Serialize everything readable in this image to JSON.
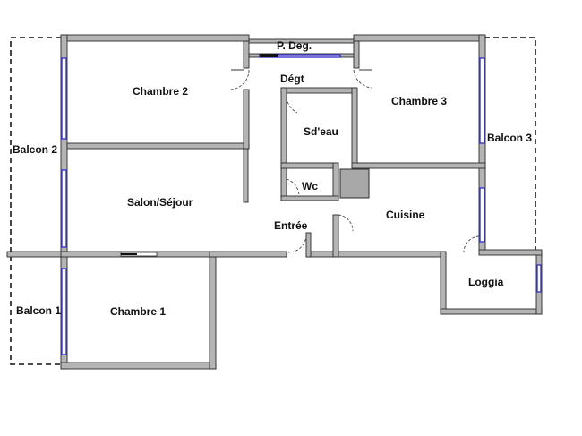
{
  "rooms": {
    "p_deg": "P. Deg.",
    "degt": "Dégt",
    "chambre2": "Chambre 2",
    "chambre3": "Chambre 3",
    "sdeau": "Sd'eau",
    "balcon2": "Balcon 2",
    "balcon3": "Balcon 3",
    "wc": "Wc",
    "salon": "Salon/Séjour",
    "cuisine": "Cuisine",
    "entree": "Entrée",
    "loggia": "Loggia",
    "chambre1": "Chambre 1",
    "balcon1": "Balcon 1"
  },
  "colors": {
    "wall_fill": "#b4b4b4",
    "wall_outline": "#2a2a2a",
    "window": "#3a3acd",
    "balcony_dash": "#333333",
    "duct": "#a8a8a8"
  }
}
